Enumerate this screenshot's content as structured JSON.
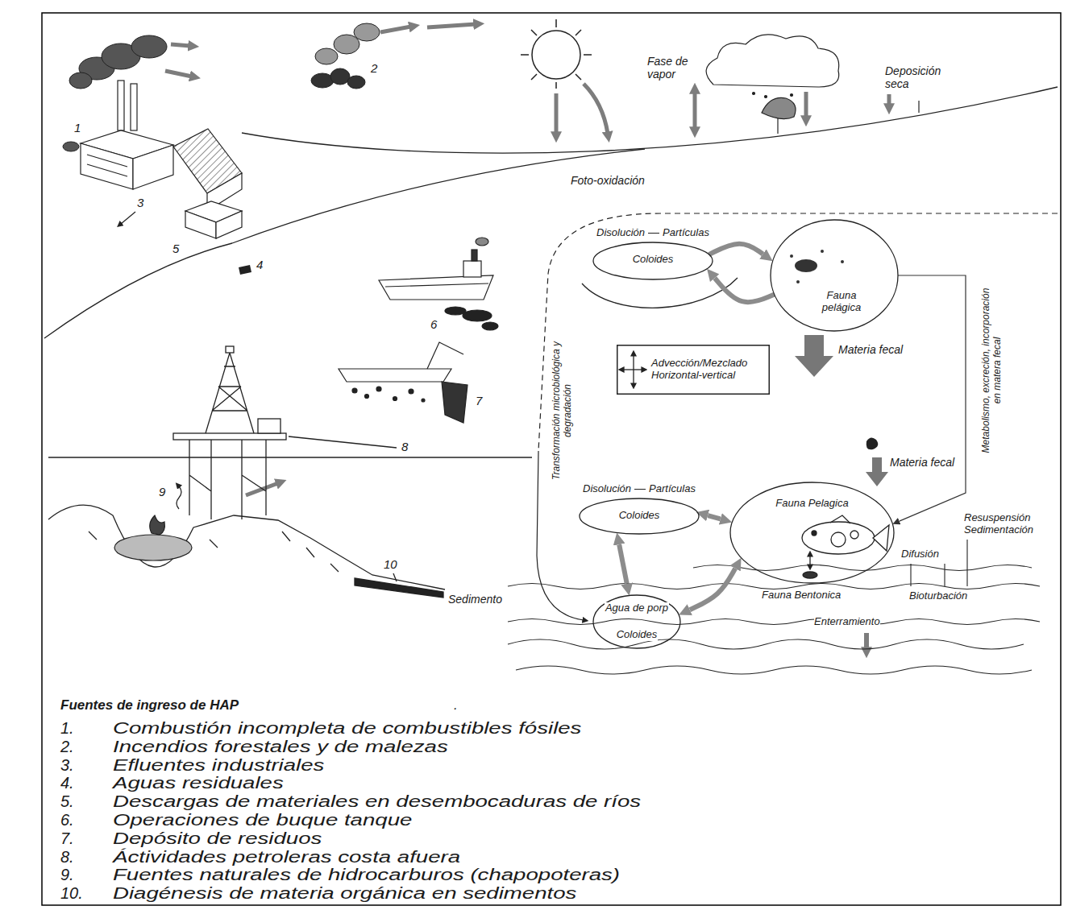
{
  "diagram": {
    "nodes": [
      {
        "text": [
          "Disolución",
          "Partículas",
          "Coloides"
        ]
      },
      {
        "text": [
          "Fauna pelágica"
        ]
      },
      {
        "text": [
          "Advección/Mezclado Horizontal-vertical"
        ]
      },
      {
        "text": [
          "Disolución",
          "Partículas",
          "Coloides"
        ]
      },
      {
        "text": [
          "Fauna Pelagica"
        ]
      },
      {
        "text": [
          "Agua de porp",
          "Coloides"
        ]
      }
    ],
    "edges": [
      {
        "from": 0,
        "to": 1,
        "arrow": "to"
      },
      {
        "from": 1,
        "to": 0,
        "arrow": "to"
      },
      {
        "from": 1,
        "to": 4,
        "arrow": "to"
      },
      {
        "from": 3,
        "to": 4,
        "arrow": "both"
      },
      {
        "from": 3,
        "to": 5,
        "arrow": "both"
      },
      {
        "from": 5,
        "to": 4,
        "arrow": "both"
      }
    ],
    "labels": [
      "1",
      "2",
      "3",
      "5",
      "4",
      "6",
      "7",
      "8",
      "9",
      "10",
      "Sedimento",
      "Fase de vapor",
      "Deposición seca",
      "Foto-oxidación",
      "Transformación microbiológica y degradación",
      "Metabolismo, excreción, incorporación en matera fecal",
      "Materia fecal",
      "Materia fecal",
      "Fauna Bentonica",
      "Difusión",
      "Bioturbación",
      "Resuspensión Sedimentación",
      "Enterramiento",
      "Fuentes de ingreso de HAP",
      ".",
      "1.",
      "Combustión incompleta de combustibles fósiles",
      "2.",
      "Incendios forestales y de malezas",
      "3.",
      "Efluentes industriales",
      "4.",
      "Aguas residuales",
      "5.",
      "Descargas de materiales en desembocaduras de ríos",
      "6.",
      "Operaciones de buque tanque",
      "7.",
      "Depósito de residuos",
      "8.",
      "Áctividades petroleras costa afuera",
      "9.",
      "Fuentes naturales de hidrocarburos (chapopoteras)",
      "10.",
      "Diagénesis de materia orgánica en sedimentos"
    ]
  }
}
